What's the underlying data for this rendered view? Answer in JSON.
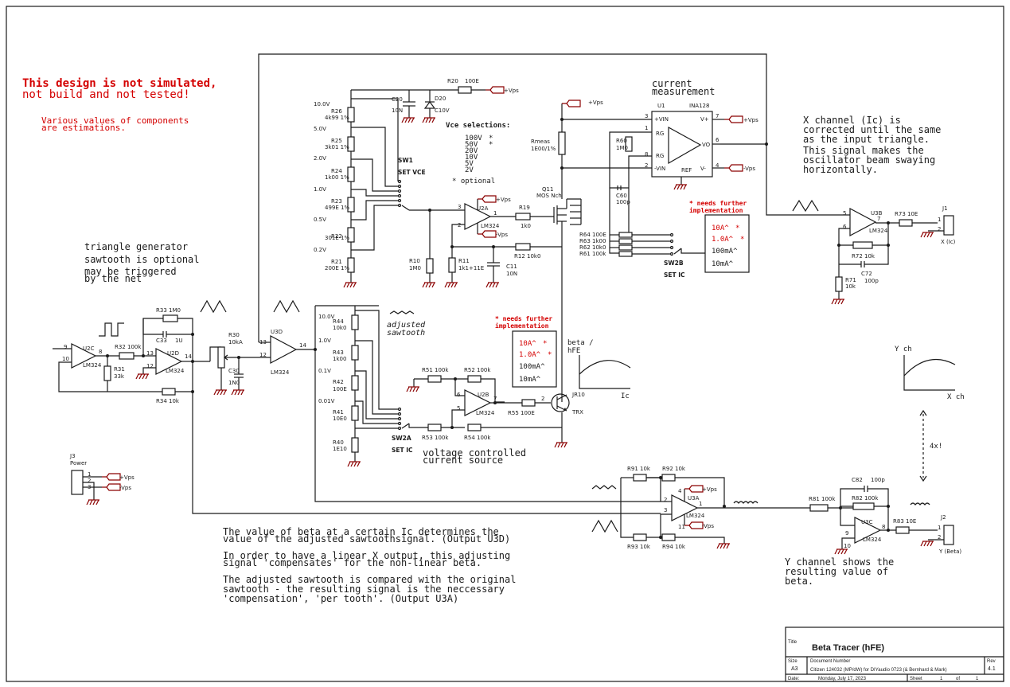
{
  "notes": {
    "warning_line1": "This design is not simulated,",
    "warning_line2": "not build and not tested!",
    "estimation_line1": "Various values of components",
    "estimation_line2": "are estimations.",
    "triangle_line1": "triangle  generator",
    "triangle_line2": "sawtooth is optional",
    "triangle_line3": "may be triggered",
    "triangle_line4": "by the net",
    "current_meas_line1": "current",
    "current_meas_line2": "measurement",
    "xch_line1": "X channel (Ic) is",
    "xch_line2": "corrected until the same",
    "xch_line3": "as the input triangle.",
    "xch_line4": "This signal makes the",
    "xch_line5": "oscillator beam swaying",
    "xch_line6": "horizontally.",
    "vcs_line1": "voltage controlled",
    "vcs_line2": "current source",
    "adjusted_line1": "adjusted",
    "adjusted_line2": "sawtooth",
    "beta_line1": "The value of beta at a certain Ic determines the",
    "beta_line2": "value of the adjusted sawtoothsignal. (Output U3D)",
    "beta_line3": "In order to have a linear X output, this adjusting",
    "beta_line4": "signal 'compensates' for the non-linear beta.",
    "beta_line5": "The adjusted sawtooth is compared with the original",
    "beta_line6": "sawtooth - the resulting signal is the neccessary",
    "beta_line7": "'compensation', 'per tooth'. (Output U3A)",
    "ych_line1": "Y channel shows the",
    "ych_line2": "resulting value of",
    "ych_line3": "beta.",
    "needs_line1": "* needs further",
    "needs_line2": "implementation",
    "vce_title": "Vce selections:",
    "vce_100": "100V",
    "vce_50": "50V",
    "vce_20": "20V",
    "vce_10": "10V",
    "vce_5": "5V",
    "vce_2": "2V",
    "optional": "* optional",
    "star": "*",
    "ic_10a": "10A^",
    "ic_1a": "1.0A^",
    "ic_100ma": "100mA^",
    "ic_10ma": "10mA^",
    "x4": "4x!",
    "beta_hfe1": "beta /",
    "beta_hfe2": "hFE",
    "ic_axis": "Ic",
    "y_ch": "Y ch",
    "x_ch": "X ch"
  },
  "parts": {
    "R26": "R26",
    "R26v": "4k99 1%",
    "R25": "R25",
    "R25v": "3k01 1%",
    "R24": "R24",
    "R24v": "1k00 1%",
    "R23": "R23",
    "R23v": "499E 1%",
    "R22": "R22",
    "R22v": "301E 1%",
    "R21": "R21",
    "R21v": "200E 1%",
    "v10": "10.0V",
    "v5": "5.0V",
    "v2": "2.0V",
    "v1": "1.0V",
    "v05": "0.5V",
    "v02": "0.2V",
    "SW1": "SW1",
    "SW1n": "SET VCE",
    "R20": "R20",
    "R20v": "100E",
    "C20": "C20",
    "C20v": "10N",
    "D20": "D20",
    "D20v": "C10V",
    "Vps": "+Vps",
    "Vms": "-Vps",
    "U2A": "U2A",
    "LM324": "LM324",
    "R19": "R19",
    "R19v": "1k0",
    "Q11": "Q11",
    "Q11v": "MOS Nch",
    "R10": "R10",
    "R10v": "1M0",
    "R11": "R11",
    "R11v": "1k1+11E",
    "C11": "C11",
    "C11v": "10N",
    "R12": "R12 10k0",
    "Rmeas": "Rmeas",
    "Rmeasv": "1E00/1%",
    "U1": "U1",
    "INA128": "INA128",
    "VINp": "+VIN",
    "VINm": "-VIN",
    "RG": "RG",
    "Vp": "V+",
    "Vm": "V-",
    "VO": "VO",
    "REF": "REF",
    "R60": "R60",
    "R60v": "1M0",
    "C60": "C60",
    "C60v": "100p",
    "R64": "R64 100E",
    "R63": "R63 1k00",
    "R62": "R62 10k0",
    "R61": "R61 100k",
    "SW2B": "SW2B",
    "SW2Bn": "SET IC",
    "U3B": "U3B",
    "R73": "R73 10E",
    "J1": "J1",
    "J1n": "X (Ic)",
    "R72": "R72 10k",
    "C72": "C72",
    "C72v": "100p",
    "R71": "R71",
    "R71v": "10k",
    "U2C": "U2C",
    "U2D": "U2D",
    "R32": "R32 100k",
    "R31": "R31",
    "R31v": "33k",
    "R33": "R33 1M0",
    "C33": "C33",
    "C33v": "1U",
    "R34": "R34 10k",
    "R30": "R30",
    "R30v": "10kA",
    "C30": "C30",
    "C30v": "1N0",
    "U3D": "U3D",
    "R44": "R44",
    "R44v": "10k0",
    "R43": "R43",
    "R43v": "1k00",
    "R42": "R42",
    "R42v": "100E",
    "R41": "R41",
    "R41v": "10E0",
    "R40": "R40",
    "R40v": "1E10",
    "w10": "10.0V",
    "w1": "1.0V",
    "w01": "0.1V",
    "w001": "0.01V",
    "SW2A": "SW2A",
    "SW2An": "SET IC",
    "U2B": "U2B",
    "R51": "R51 100k",
    "R52": "R52 100k",
    "R53": "R53 100k",
    "R54": "R54 100k",
    "R55": "R55 100E",
    "JR10": "JR10",
    "TRX": "TRX",
    "J3": "J3",
    "J3n": "Power",
    "U3A": "U3A",
    "R91": "R91 10k",
    "R92": "R92 10k",
    "R93": "R93 10k",
    "R94": "R94 10k",
    "U3C": "U3C",
    "R81": "R81 100k",
    "C82": "C82",
    "C82v": "100p",
    "R82": "R82 100k",
    "R83": "R83 10E",
    "J2": "J2",
    "J2n": "Y (Beta)"
  },
  "title_block": {
    "title_label": "Title",
    "title": "Beta Tracer (hFE)",
    "size_label": "Size",
    "size": "A3",
    "docnum_label": "Document Number",
    "docnum": "Citizen 124032 (MP/dW)  for DIYaudio  0723 (& Bernhard & Mark)",
    "rev_label": "Rev",
    "rev": "4.1",
    "date_label": "Date:",
    "date": "Monday, July 17, 2023",
    "sheet_label": "Sheet",
    "sheet": "1",
    "of_label": "of",
    "of": "1"
  }
}
